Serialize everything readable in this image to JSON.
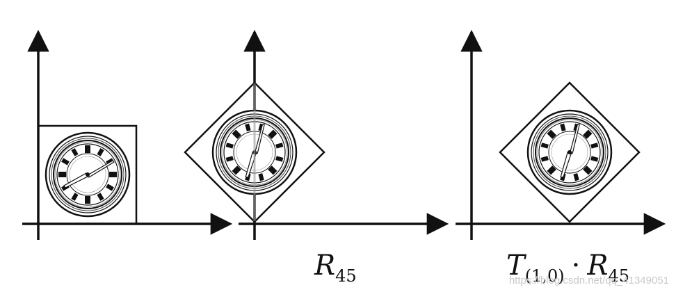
{
  "panels": [
    {
      "id": "original",
      "rotation_deg": 0
    },
    {
      "id": "rotated",
      "rotation_deg": 45
    },
    {
      "id": "translated",
      "rotation_deg": 45
    }
  ],
  "labels": {
    "rotate": {
      "symbol": "R",
      "sub": "45"
    },
    "compose": {
      "t_symbol": "T",
      "t_sub": "(1,0)",
      "op": "·",
      "r_symbol": "R",
      "r_sub": "45"
    }
  },
  "watermark": "https://blog.csdn.net/qq_41349051",
  "colors": {
    "stroke": "#111111",
    "background": "#ffffff",
    "watermark": "#c8c8c8"
  }
}
